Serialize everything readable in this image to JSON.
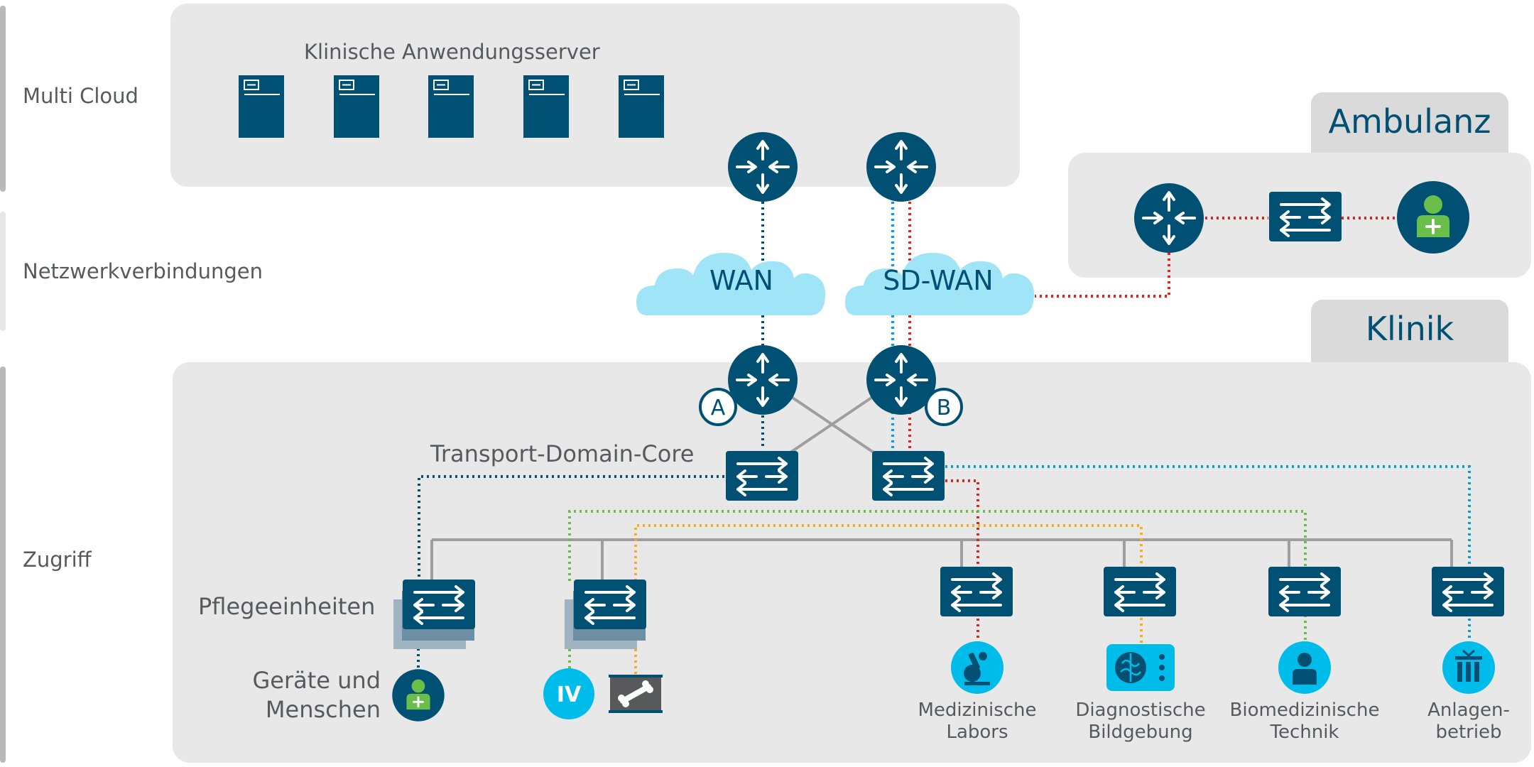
{
  "rows": {
    "multi_cloud": "Multi Cloud",
    "netzwerk": "Netzwerkverbindungen",
    "zugriff": "Zugriff"
  },
  "cloud_panel": {
    "title": "Klinische Anwendungsserver"
  },
  "sites": {
    "ambulanz": "Ambulanz",
    "klinik": "Klinik"
  },
  "clouds": {
    "wan": "WAN",
    "sdwan": "SD-WAN"
  },
  "core": {
    "label": "Transport-Domain-Core",
    "badge_a": "A",
    "badge_b": "B"
  },
  "access": {
    "pflege": "Pflegeeinheiten",
    "geraete_line1": "Geräte und",
    "geraete_line2": "Menschen",
    "iv": "IV"
  },
  "endpoints": {
    "labor_1": "Medizinische",
    "labor_2": "Labors",
    "diag_1": "Diagnostische",
    "diag_2": "Bildgebung",
    "bio_1": "Biomedizinische",
    "bio_2": "Technik",
    "anl_1": "Anlagen-",
    "anl_2": "betrieb"
  },
  "colors": {
    "navy": "#005073",
    "cyan": "#00bceb",
    "light_cyan": "#9fe4f7",
    "green_person": "#6abf4b",
    "red": "#e2231a",
    "teal_blue": "#049fd9",
    "green_link": "#6abf4b",
    "orange": "#fbab18",
    "gray_link": "#9e9ea2",
    "panel": "#e8e8e9"
  }
}
